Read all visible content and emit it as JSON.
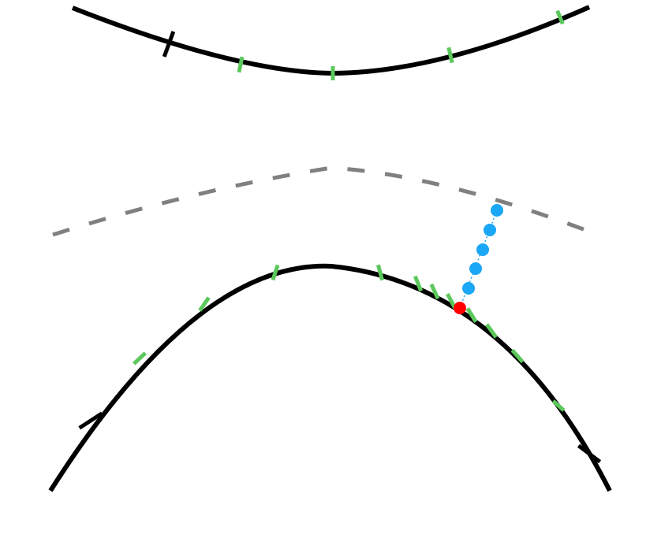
{
  "diagram": {
    "colors": {
      "curve": "#000000",
      "guide": "#808080",
      "tick_minor": "#5cc85c",
      "tick_major": "#000000",
      "probe_point": "#1aa7f5",
      "contact_point": "#ff0000",
      "background": "#ffffff"
    },
    "top_curve": {
      "style": "solid",
      "ticks": [
        {
          "kind": "major"
        },
        {
          "kind": "minor"
        },
        {
          "kind": "minor"
        },
        {
          "kind": "minor"
        },
        {
          "kind": "minor"
        }
      ]
    },
    "guide_curve": {
      "style": "dashed"
    },
    "bottom_curve": {
      "style": "solid",
      "ticks": [
        {
          "kind": "major"
        },
        {
          "kind": "minor"
        },
        {
          "kind": "minor"
        },
        {
          "kind": "minor"
        },
        {
          "kind": "minor"
        },
        {
          "kind": "minor"
        },
        {
          "kind": "minor"
        },
        {
          "kind": "minor"
        },
        {
          "kind": "minor"
        },
        {
          "kind": "minor"
        },
        {
          "kind": "minor"
        },
        {
          "kind": "minor"
        },
        {
          "kind": "major"
        }
      ]
    },
    "probe": {
      "points": 5,
      "contact": 1
    }
  }
}
